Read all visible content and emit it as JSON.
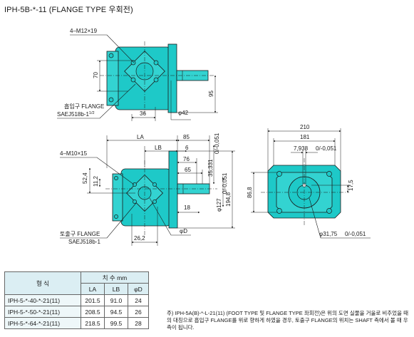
{
  "title": "IPH-5B-*-11 (FLANGE TYPE 우회전)",
  "top_view": {
    "bolt_label": "4–M12×19",
    "inlet_label": "흡입구 FLANGE",
    "inlet_std_main": "SAEJ518b-1",
    "inlet_std_sup": "1/2",
    "dim_70": "70",
    "dim_95": "95",
    "dim_36": "36",
    "dim_phi42": "φ42"
  },
  "side_view": {
    "bolt_label": "4–M10×15",
    "outlet_label": "토출구 FLANGE",
    "outlet_std": "SAEJ518b-1",
    "dim_LA": "LA",
    "dim_LB": "LB",
    "dim_85": "85",
    "dim_6": "6",
    "dim_76": "76",
    "dim_65": "65",
    "dim_18": "18",
    "dim_26_2": "26,2",
    "dim_phiD": "φD",
    "dim_52_4": "52,4",
    "dim_11_2": "11,2",
    "dim_35_331": "35,331",
    "dim_35_tol": "0/-0,051",
    "dim_phi127": "φ127",
    "dim_phi127_tol": "0/-0,051",
    "dim_194_8": "194,8"
  },
  "front_view": {
    "dim_210": "210",
    "dim_181": "181",
    "dim_7_938": "7,938",
    "dim_7_938_tol": "0/-0,051",
    "dim_86_8": "86,8",
    "dim_17_5": "17,5",
    "dim_phi31_75": "φ31,75",
    "dim_phi31_75_tol": "0/-0,051"
  },
  "table": {
    "model_header": "형 식",
    "dims_header": "치 수 mm",
    "col_LA": "LA",
    "col_LB": "LB",
    "col_D": "φD",
    "rows": [
      {
        "model": "IPH-5-*-40-*-21(11)",
        "LA": "201.5",
        "LB": "91.0",
        "D": "24"
      },
      {
        "model": "IPH-5-*-50-*-21(11)",
        "LA": "208.5",
        "LB": "94.5",
        "D": "26"
      },
      {
        "model": "IPH-5-*-64-*-21(11)",
        "LA": "218.5",
        "LB": "99.5",
        "D": "28"
      }
    ]
  },
  "note": "주) IPH-5A(B)-*-L-21(11) (FOOT TYPE 및 FLANGE TYPE 좌회전)은 위의 도면 실물을 거울로 비추었을 때의 대칭으로 흡입구 FLANGE를 위로 향하게 하였을 경우, 토출구 FLANGE의 위치는 SHAFT 측에서 볼 때 우측이 됩니다."
}
